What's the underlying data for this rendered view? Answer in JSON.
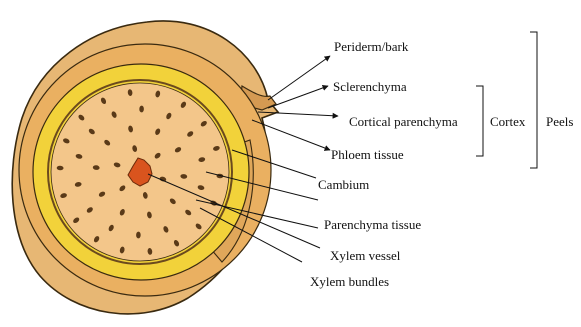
{
  "labels": {
    "periderm": "Periderm/bark",
    "sclerenchyma": "Sclerenchyma",
    "cortical_parenchyma": "Cortical parenchyma",
    "phloem": "Phloem tissue",
    "cambium": "Cambium",
    "parenchyma": "Parenchyma tissue",
    "xylem_vessel": "Xylem vessel",
    "xylem_bundles": "Xylem bundles"
  },
  "groups": {
    "cortex": "Cortex",
    "peels": "Peels"
  },
  "colors": {
    "outline": "#3a2a10",
    "periderm": "#e7b774",
    "cortex_band": "#eab061",
    "yellow_ring": "#f2d23a",
    "cambium_line": "#6b4a1e",
    "core": "#f3c68a",
    "dots": "#5a3a18",
    "center": "#d9541e"
  }
}
